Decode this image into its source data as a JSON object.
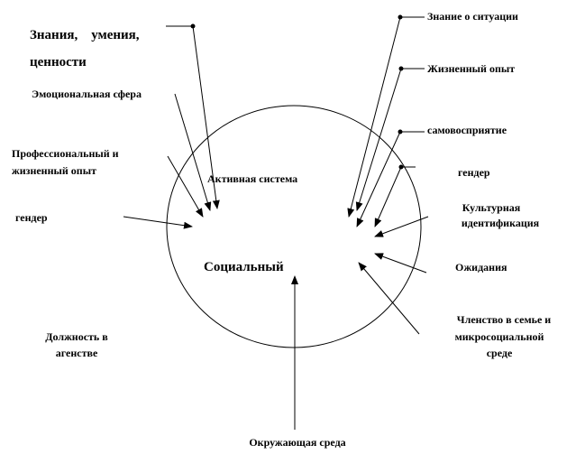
{
  "diagram": {
    "center_title": "Социальный",
    "inner_label": "Активная система",
    "left_labels": {
      "knowledge": "Знания,    умения,",
      "values": "ценности",
      "emotional": "Эмоциональная сфера",
      "prof_experience_line1": "Профессиональный и",
      "prof_experience_line2": "жизненный опыт",
      "gender": "гендер",
      "position_line1": "Должность в",
      "position_line2": "агенстве"
    },
    "right_labels": {
      "situation_knowledge": "Знание о ситуации",
      "life_experience": "Жизненный опыт",
      "self_perception": "самовосприятие",
      "gender": "гендер",
      "cultural_line1": "Культурная",
      "cultural_line2": "идентификация",
      "expectations": "Ожидания",
      "family_line1": "Членство в семье и",
      "family_line2": "микросоциальной",
      "family_line3": "среде"
    },
    "bottom_label": "Окружающая среда"
  }
}
